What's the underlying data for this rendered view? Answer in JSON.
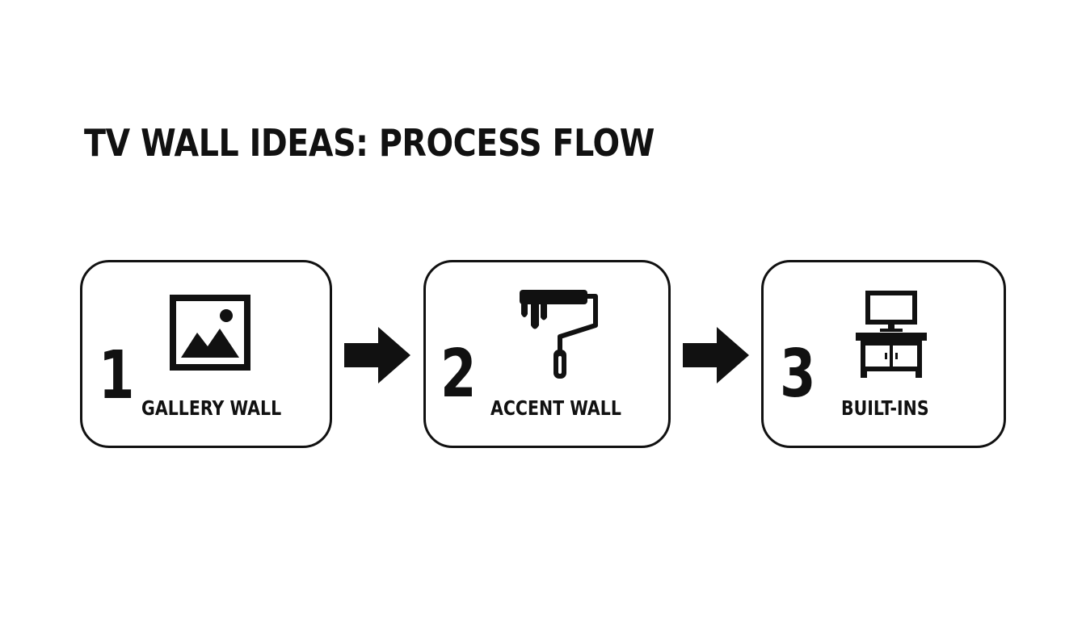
{
  "title": "TV WALL IDEAS: PROCESS FLOW",
  "steps": [
    {
      "number": "1",
      "label": "GALLERY WALL",
      "icon": "picture-frame-icon"
    },
    {
      "number": "2",
      "label": "ACCENT WALL",
      "icon": "paint-roller-icon"
    },
    {
      "number": "3",
      "label": "BUILT-INS",
      "icon": "tv-cabinet-icon"
    }
  ],
  "colors": {
    "ink": "#111111",
    "background": "#ffffff"
  }
}
